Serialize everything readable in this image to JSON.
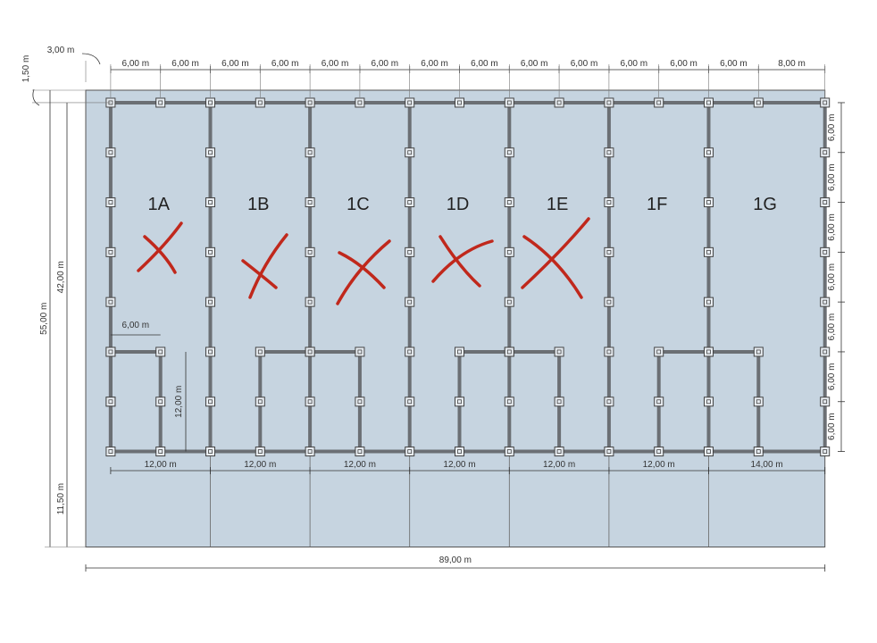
{
  "colors": {
    "plot": "#c6d4e0",
    "wall": "#6b6f74",
    "mark": "#c0281c",
    "dim": "#333333"
  },
  "units": [
    {
      "label": "1A",
      "crossed": true
    },
    {
      "label": "1B",
      "crossed": true
    },
    {
      "label": "1C",
      "crossed": true
    },
    {
      "label": "1D",
      "crossed": true
    },
    {
      "label": "1E",
      "crossed": true
    },
    {
      "label": "1F",
      "crossed": false
    },
    {
      "label": "1G",
      "crossed": false
    }
  ],
  "dimensions": {
    "top_offset": "3,00 m",
    "left_offset": "1,50 m",
    "top_spacings": [
      "6,00 m",
      "6,00 m",
      "6,00 m",
      "6,00 m",
      "6,00 m",
      "6,00 m",
      "6,00 m",
      "6,00 m",
      "6,00 m",
      "6,00 m",
      "6,00 m",
      "6,00 m",
      "6,00 m",
      "8,00 m"
    ],
    "right_spacings": [
      "6,00 m",
      "6,00 m",
      "6,00 m",
      "6,00 m",
      "6,00 m",
      "6,00 m",
      "6,00 m"
    ],
    "bottom_spacings": [
      "12,00 m",
      "12,00 m",
      "12,00 m",
      "12,00 m",
      "12,00 m",
      "12,00 m",
      "14,00 m"
    ],
    "annex_width": "6,00 m",
    "annex_height": "12,00 m",
    "grid_depth": "42,00 m",
    "total_depth": "55,00 m",
    "front_strip": "11,50 m",
    "total_width": "89,00 m"
  }
}
